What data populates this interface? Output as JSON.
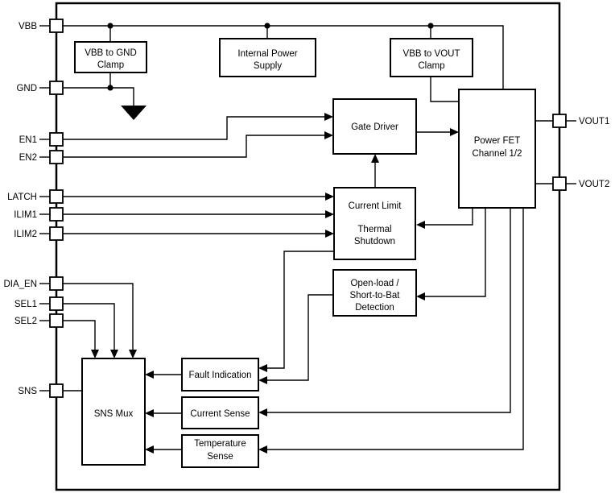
{
  "diagram": {
    "kind": "functional-block-diagram",
    "colors": {
      "line": "#000000",
      "background": "#ffffff",
      "block_fill": "#ffffff"
    }
  },
  "pins": {
    "left": [
      {
        "name": "VBB"
      },
      {
        "name": "GND"
      },
      {
        "name": "EN1"
      },
      {
        "name": "EN2"
      },
      {
        "name": "LATCH"
      },
      {
        "name": "ILIM1"
      },
      {
        "name": "ILIM2"
      },
      {
        "name": "DIA_EN"
      },
      {
        "name": "SEL1"
      },
      {
        "name": "SEL2"
      },
      {
        "name": "SNS"
      }
    ],
    "right": [
      {
        "name": "VOUT1"
      },
      {
        "name": "VOUT2"
      }
    ]
  },
  "blocks": {
    "vbb_gnd_clamp": {
      "line1": "VBB to GND",
      "line2": "Clamp"
    },
    "internal_power": {
      "line1": "Internal Power",
      "line2": "Supply"
    },
    "vbb_vout_clamp": {
      "line1": "VBB to VOUT",
      "line2": "Clamp"
    },
    "gate_driver": {
      "line1": "Gate Driver"
    },
    "power_fet": {
      "line1": "Power FET",
      "line2": "Channel 1/2"
    },
    "current_limit": {
      "line1": "Current Limit",
      "line2": "Thermal",
      "line3": "Shutdown"
    },
    "open_load": {
      "line1": "Open-load /",
      "line2": "Short-to-Bat",
      "line3": "Detection"
    },
    "sns_mux": {
      "line1": "SNS Mux"
    },
    "fault_indication": {
      "line1": "Fault Indication"
    },
    "current_sense": {
      "line1": "Current Sense"
    },
    "temperature_sense": {
      "line1": "Temperature",
      "line2": "Sense"
    }
  }
}
